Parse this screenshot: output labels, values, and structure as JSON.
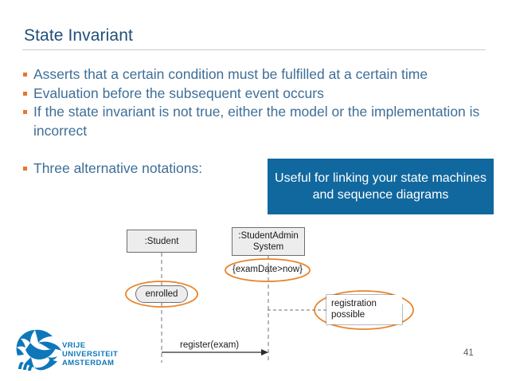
{
  "slide": {
    "title": "State Invariant",
    "page_number": "41"
  },
  "bullets": [
    "Asserts that a certain condition must be fulfilled at a certain time",
    "Evaluation before the subsequent event occurs",
    "If the state invariant is not true, either the model or the implementation is incorrect",
    "Three alternative notations:"
  ],
  "callout": {
    "text": "Useful for linking your state machines and sequence diagrams",
    "background_color": "#11689E",
    "text_color": "#FFFFFF"
  },
  "diagram": {
    "lifelines": [
      {
        "label": ":Student"
      },
      {
        "label": ":StudentAdmin System",
        "line1": ":StudentAdmin",
        "line2": "System"
      }
    ],
    "state_invariant_constraint": "{examDate>now}",
    "state_box_label": "enrolled",
    "note": {
      "line1": "registration",
      "line2": "possible"
    },
    "message_label": "register(exam)",
    "highlight_color": "#E8852A",
    "box_fill": "#EDEDED",
    "box_stroke": "#6F6F6F"
  },
  "footer": {
    "logo_name": "vu-amsterdam-griffin-logo",
    "wordmark_line1": "VRIJE",
    "wordmark_line2": "UNIVERSITEIT",
    "wordmark_line3": "AMSTERDAM",
    "logo_color": "#0E77BB"
  },
  "theme": {
    "title_color": "#1F4E79",
    "body_text_color": "#3E6E98",
    "bullet_marker_color": "#E8762C",
    "rule_color": "#C9CDD1"
  }
}
